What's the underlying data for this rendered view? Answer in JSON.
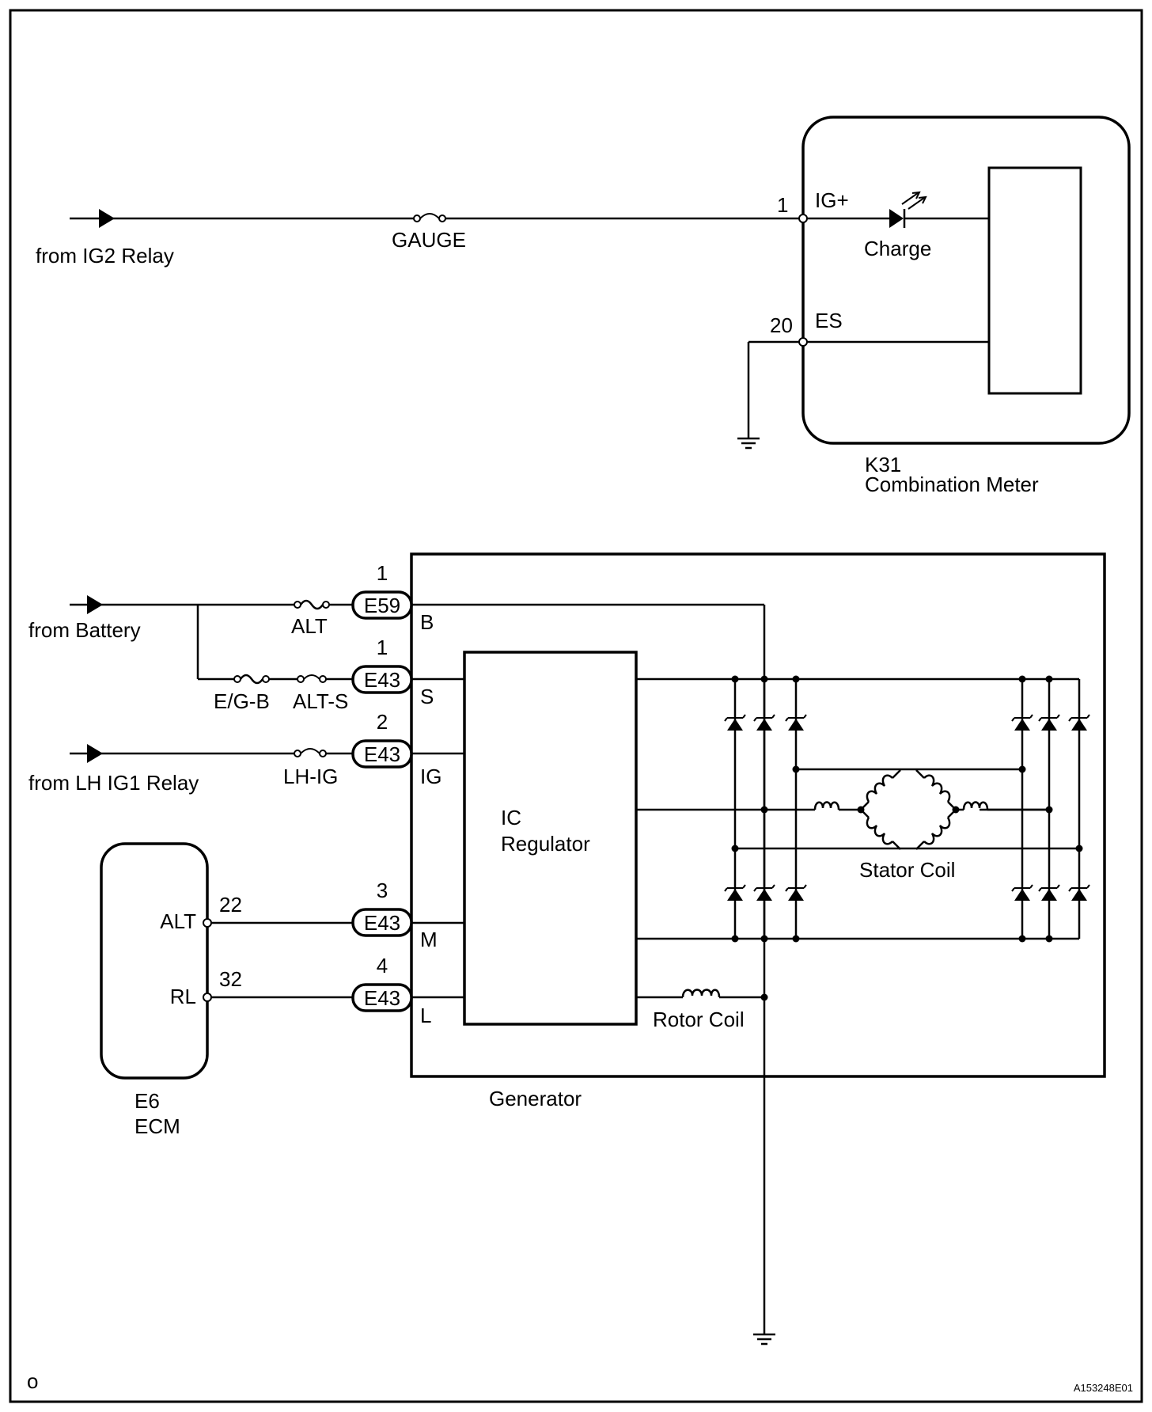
{
  "combination_meter": {
    "code": "K31",
    "name": "Combination Meter",
    "pin_ig_num": "1",
    "pin_ig_name": "IG+",
    "pin_es_num": "20",
    "pin_es_name": "ES",
    "led_label": "Charge"
  },
  "sources": {
    "ig2": "from IG2 Relay",
    "battery": "from Battery",
    "lh_ig1": "from LH IG1 Relay"
  },
  "fuses": {
    "gauge": "GAUGE",
    "alt": "ALT",
    "egb": "E/G-B",
    "alts": "ALT-S",
    "lhig": "LH-IG"
  },
  "connectors": [
    {
      "num": "1",
      "code": "E59",
      "pin": "B"
    },
    {
      "num": "1",
      "code": "E43",
      "pin": "S"
    },
    {
      "num": "2",
      "code": "E43",
      "pin": "IG"
    },
    {
      "num": "3",
      "code": "E43",
      "pin": "M"
    },
    {
      "num": "4",
      "code": "E43",
      "pin": "L"
    }
  ],
  "generator": {
    "name": "Generator",
    "regulator_line1": "IC",
    "regulator_line2": "Regulator",
    "stator": "Stator Coil",
    "rotor": "Rotor Coil"
  },
  "ecm": {
    "code": "E6",
    "name": "ECM",
    "alt_pin": "ALT",
    "alt_num": "22",
    "rl_pin": "RL",
    "rl_num": "32"
  },
  "footer": {
    "left_mark": "o",
    "figure_id": "A153248E01"
  }
}
